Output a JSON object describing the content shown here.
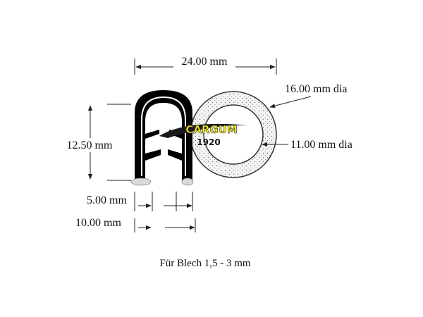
{
  "dimensions": {
    "overall_width": "24.00 mm",
    "bulb_outer_dia": "16.00 mm dia",
    "bulb_inner_dia": "11.00 mm dia",
    "height": "12.50 mm",
    "channel_width": "5.00 mm",
    "profile_width": "10.00 mm"
  },
  "caption": "Für Blech 1,5 - 3 mm",
  "logo": {
    "word": "CARGUM",
    "year": "1920",
    "color": "#f2e81a"
  },
  "colors": {
    "profile": "#000000",
    "bulb_outline": "#333333",
    "bulb_fill": "#f2f2f2"
  }
}
